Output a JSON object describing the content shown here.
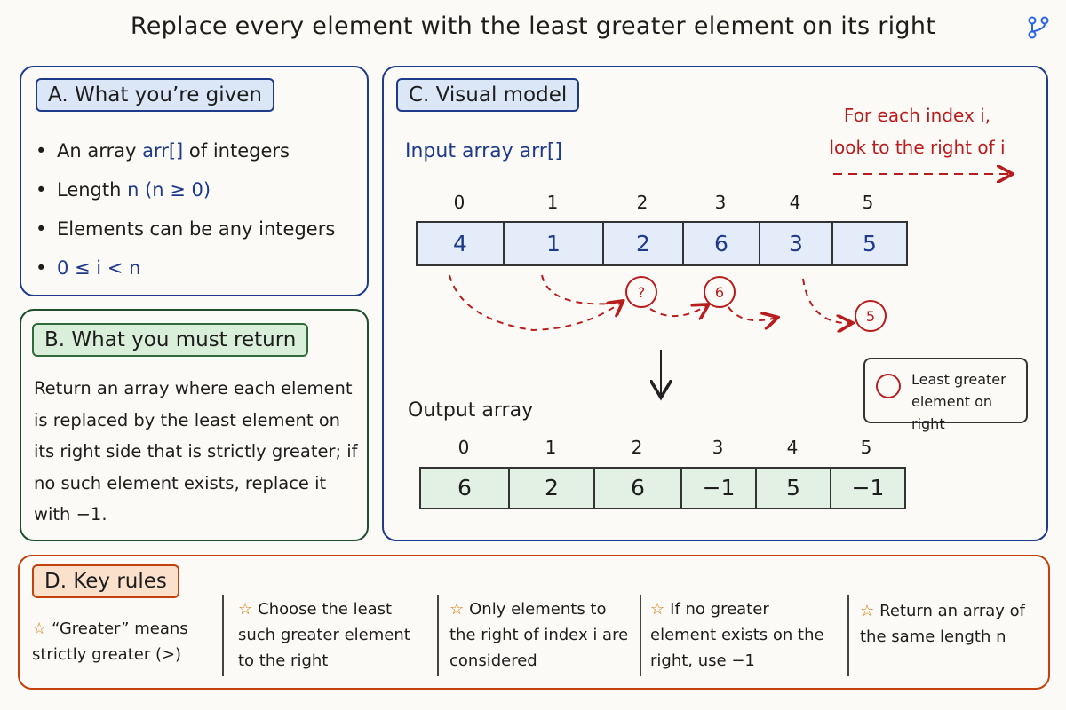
{
  "title": "Replace every element with the least greater element on its right",
  "panel_a": {
    "tag": "A. What you’re given",
    "items": [
      {
        "bullet": "•",
        "parts": [
          {
            "t": "An array ",
            "c": ""
          },
          {
            "t": "arr[]",
            "c": "blue"
          },
          {
            "t": " of integers",
            "c": ""
          }
        ]
      },
      {
        "bullet": "•",
        "parts": [
          {
            "t": "Length ",
            "c": ""
          },
          {
            "t": "n (n ≥ 0)",
            "c": "blue"
          }
        ]
      },
      {
        "bullet": "•",
        "parts": [
          {
            "t": "Elements can be any integers",
            "c": ""
          }
        ]
      },
      {
        "bullet": "•",
        "parts": [
          {
            "t": "0 ≤ i < n",
            "c": "blue"
          }
        ]
      }
    ]
  },
  "panel_b": {
    "tag": "B. What you must return",
    "text": "Return an array where each element is replaced by the least element on its right side that is strictly greater; if no such element exists, replace it with −1."
  },
  "panel_c": {
    "tag": "C. Visual model",
    "input_label": "Input array arr[]",
    "note_line1": "For each index i,",
    "note_line2": "look to the right of i",
    "input_indices": [
      "0",
      "1",
      "2",
      "3",
      "4",
      "5"
    ],
    "input_values": [
      "4",
      "1",
      "2",
      "6",
      "3",
      "5"
    ],
    "output_label": "Output array",
    "output_indices": [
      "0",
      "1",
      "2",
      "3",
      "4",
      "5"
    ],
    "output_values": [
      "6",
      "2",
      "6",
      "−1",
      "5",
      "−1"
    ],
    "circles": [
      "?",
      "6",
      "5"
    ],
    "legend_text": "Least greater element on right",
    "accent": "#b91c1c"
  },
  "panel_d": {
    "tag": "D. Key rules",
    "rules": [
      "“Greater” means strictly greater (>)",
      "Choose the least such greater element to the right",
      "Only elements to the right of index i are considered",
      "If no greater element exists on the right, use −1",
      "Return an array of the same length n"
    ]
  },
  "icons": {
    "top_right": "branch-icon",
    "rule_marker": "star-icon"
  }
}
